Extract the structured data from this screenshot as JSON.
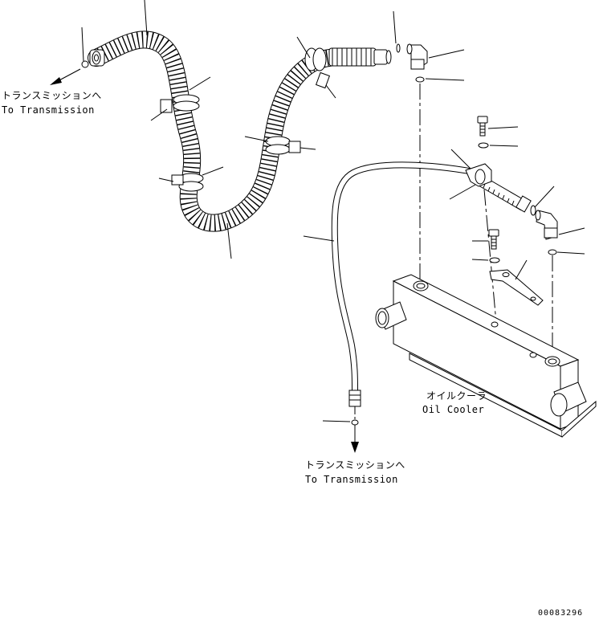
{
  "labels": {
    "trans_top_jp": "トランスミッションへ",
    "trans_top_en": "To Transmission",
    "trans_bottom_jp": "トランスミッションへ",
    "trans_bottom_en": "To Transmission",
    "oil_cooler_jp": "オイルクーラ",
    "oil_cooler_en": "Oil Cooler"
  },
  "document_number": "00083296"
}
